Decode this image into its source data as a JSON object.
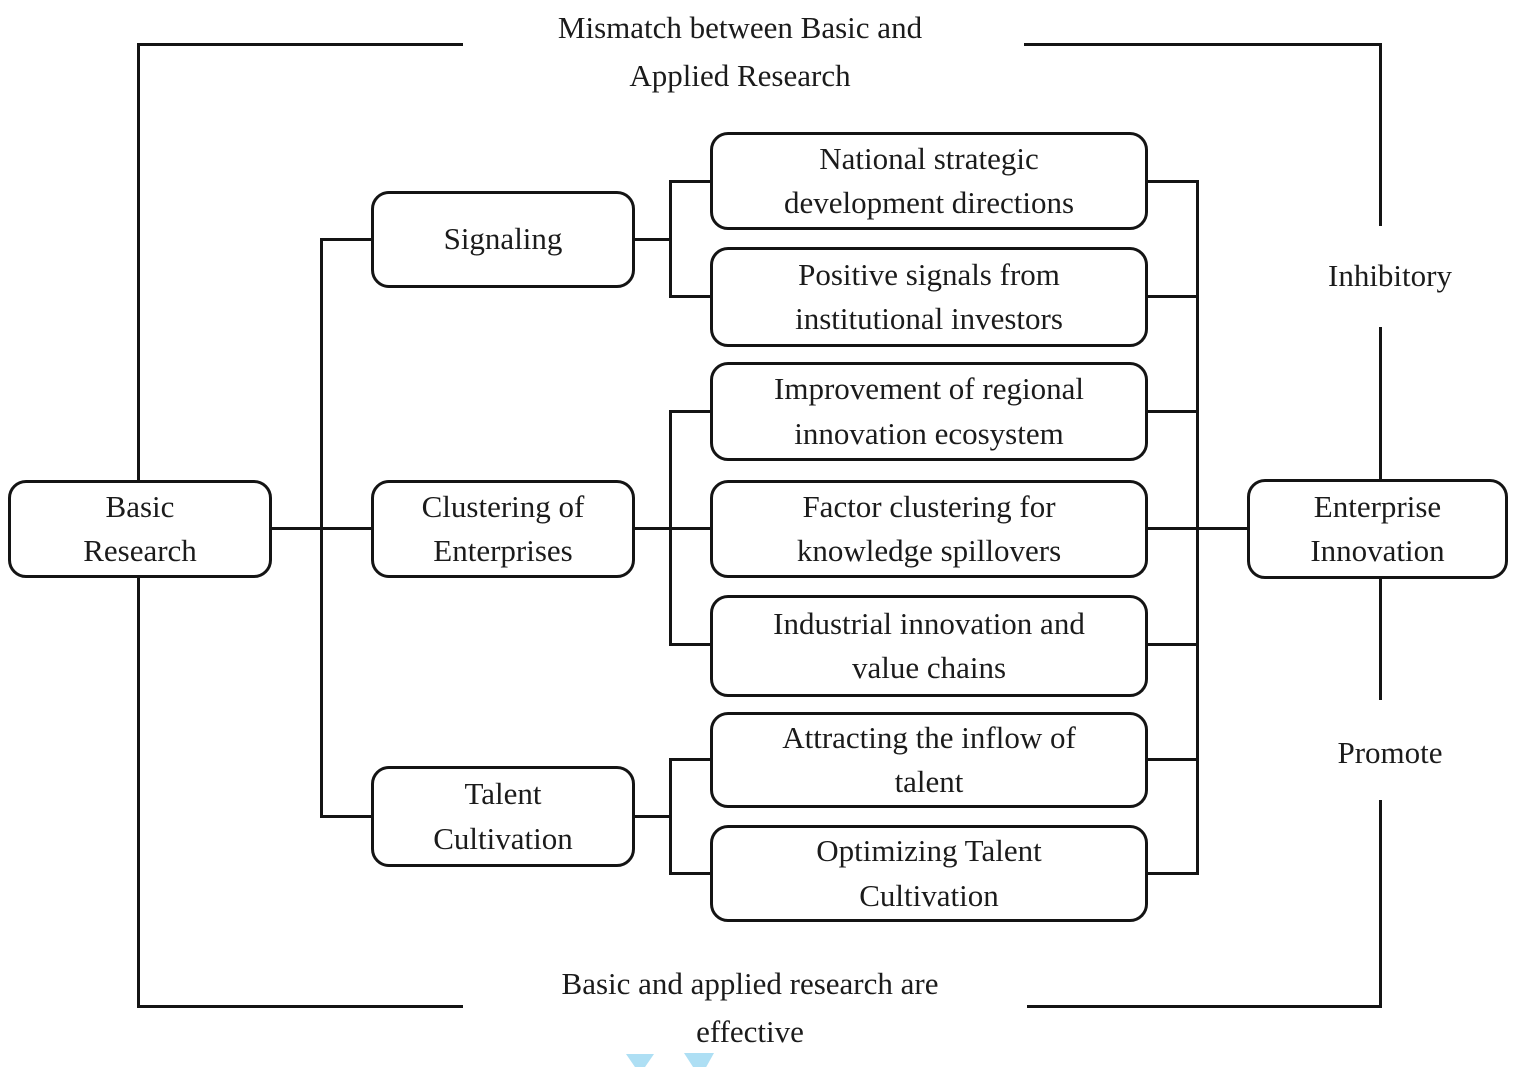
{
  "diagram": {
    "title_hint": "Mechanism diagram linking basic research to enterprise innovation",
    "source": {
      "label": "Basic\nResearch"
    },
    "outcome": {
      "label": "Enterprise\nInnovation"
    },
    "mediators": [
      {
        "label": "Signaling",
        "factors": [
          "National strategic\ndevelopment directions",
          "Positive signals from\ninstitutional investors"
        ]
      },
      {
        "label": "Clustering of\nEnterprises",
        "factors": [
          "Improvement of regional\ninnovation ecosystem",
          "Factor clustering for\nknowledge spillovers",
          "Industrial innovation and\nvalue chains"
        ]
      },
      {
        "label": "Talent\nCultivation",
        "factors": [
          "Attracting the inflow of\ntalent",
          "Optimizing Talent\nCultivation"
        ]
      }
    ],
    "paths": {
      "top": {
        "label": "Mismatch between Basic and\nApplied Research",
        "effect": "Inhibitory"
      },
      "bottom": {
        "label": "Basic and applied research are\neffective",
        "effect": "Promote"
      }
    },
    "colors": {
      "line": "#141414",
      "text": "#1b1b1b",
      "background": "#ffffff",
      "watermark": "#aedff4"
    }
  }
}
